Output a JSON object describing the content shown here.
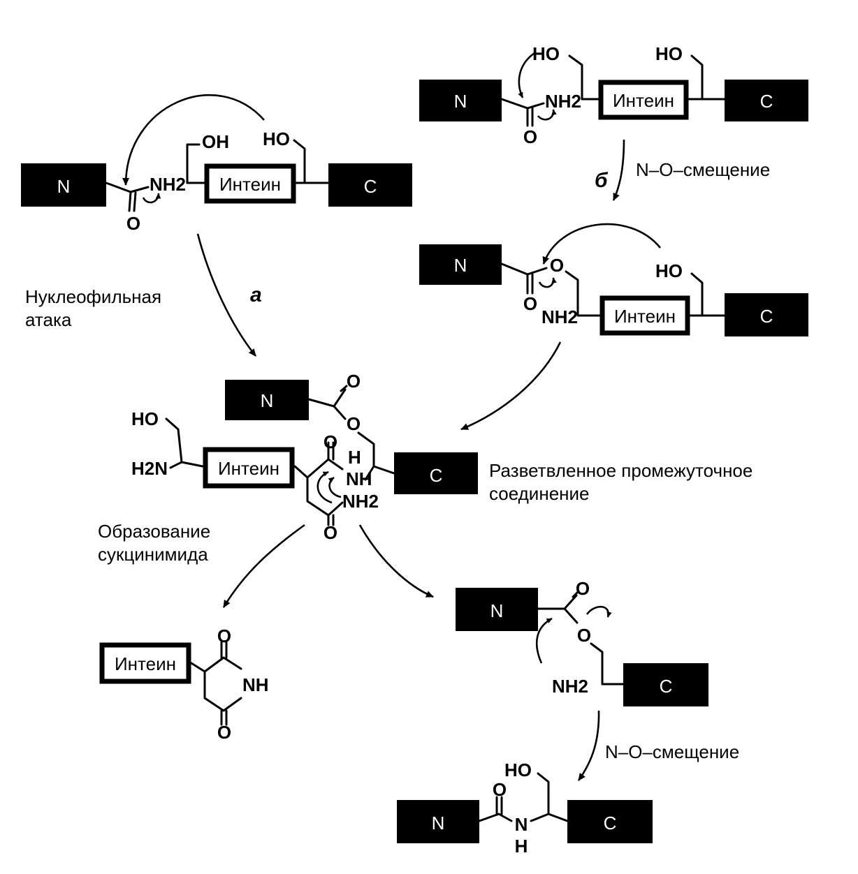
{
  "labels": {
    "intein": "Интеин",
    "n_terminus": "N",
    "c_terminus": "C",
    "ho": "HO",
    "oh": "OH",
    "h2n": "H2N",
    "nh2": "NH2",
    "nh": "NH",
    "o": "O",
    "h": "H"
  },
  "steps": {
    "nucleophilic_attack": [
      "Нуклеофильная",
      "атака"
    ],
    "no_shift": "N–O–смещение",
    "branched_intermediate": [
      "Разветвленное промежуточное",
      "соединение"
    ],
    "succinimide_formation": [
      "Образование",
      "сукцинимида"
    ],
    "path_a": "a",
    "path_b": "б"
  },
  "colors": {
    "ink": "#000000",
    "background": "#ffffff"
  }
}
